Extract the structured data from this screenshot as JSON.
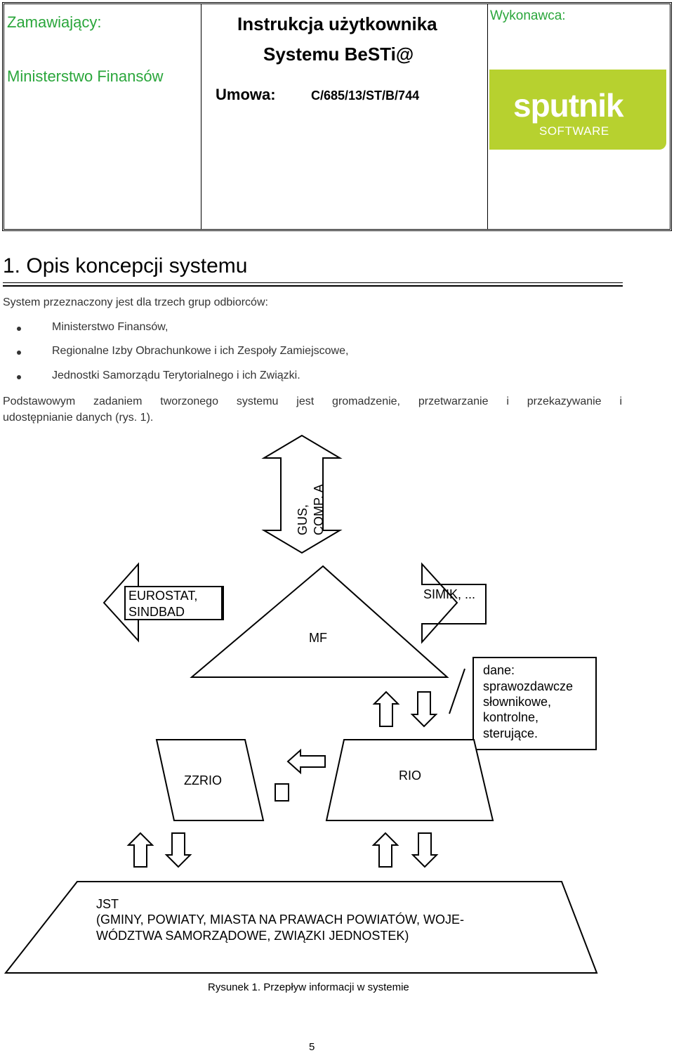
{
  "header": {
    "client_label": "Zamawiający:",
    "client_name": "Ministerstwo Finansów",
    "doc_title_line1": "Instrukcja użytkownika",
    "doc_title_line2": "Systemu BeSTi@",
    "contract_label": "Umowa:",
    "contract_number": "C/685/13/ST/B/744",
    "contractor_label": "Wykonawca:",
    "logo_main": "sputnik",
    "logo_sub": "SOFTWARE"
  },
  "section": {
    "title": "1. Opis koncepcji systemu",
    "intro": "System przeznaczony jest dla trzech grup odbiorców:",
    "bullets": [
      "Ministerstwo Finansów,",
      "Regionalne Izby Obrachunkowe i ich Zespoły Zamiejscowe,",
      "Jednostki Samorządu Terytorialnego i ich Związki."
    ],
    "paragraph_line1": "Podstawowym zadaniem tworzonego systemu jest gromadzenie, przetwarzanie i przekazywanie i",
    "paragraph_line2": "udostępnianie danych (rys. 1)."
  },
  "diagram": {
    "gus_line1": "GUS,",
    "gus_line2": "COMP. A",
    "eurostat_line1": "EUROSTAT,",
    "eurostat_line2": "SINDBAD",
    "simik": "SIMIK, ...",
    "mf": "MF",
    "callout_lines": [
      "dane:",
      "sprawozdawcze",
      "słownikowe,",
      "kontrolne,",
      "sterujące."
    ],
    "zzrio": "ZZRIO",
    "rio": "RIO",
    "jst_line1": "JST",
    "jst_line2": "(GMINY, POWIATY, MIASTA NA PRAWACH POWIATÓW, WOJE-",
    "jst_line3": "WÓDZTWA SAMORZĄDOWE, ZWIĄZKI JEDNOSTEK)"
  },
  "caption": "Rysunek 1. Przepływ informacji w systemie",
  "page_number": "5"
}
